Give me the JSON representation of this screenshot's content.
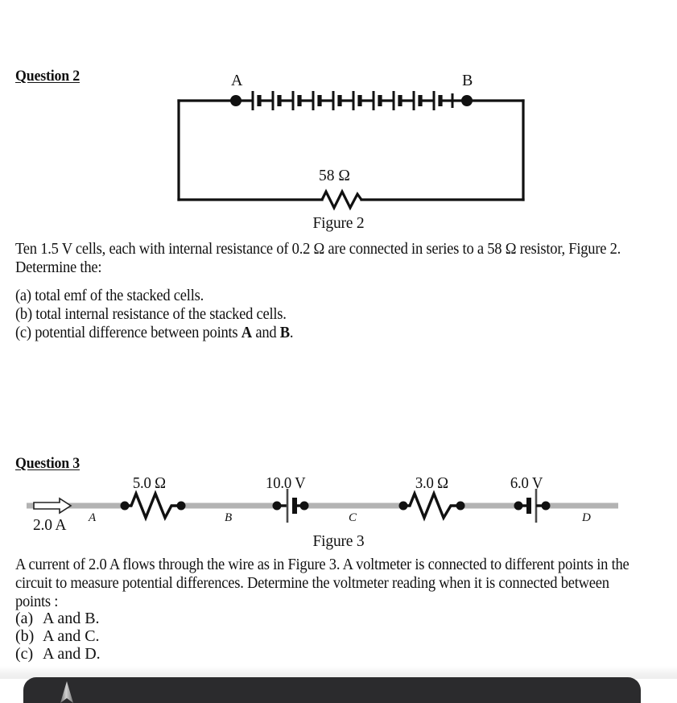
{
  "question2": {
    "heading": "Question 2",
    "figure_caption": "Figure 2",
    "body": "Ten 1.5 V cells, each with internal resistance of 0.2 Ω are connected in series to a 58 Ω resistor, Figure 2. Determine the:",
    "items": [
      {
        "label": "(a)",
        "text": "total emf of the stacked cells."
      },
      {
        "label": "(b)",
        "text": "total internal resistance of the stacked cells."
      },
      {
        "label": "(c)",
        "text": "potential difference between points",
        "bold_a": "A",
        "mid": "and",
        "bold_b": "B",
        "end": "."
      }
    ],
    "figure": {
      "node_a_label": "A",
      "node_b_label": "B",
      "resistor_label": "58 Ω",
      "cell_count": 10,
      "wire_color": "#111111"
    }
  },
  "question3": {
    "heading": "Question 3",
    "figure_caption": "Figure 3",
    "body": "A current of 2.0 A flows through the wire as in Figure 3. A voltmeter is connected to different points in the circuit to measure potential differences. Determine the voltmeter reading when it is connected between points :",
    "items": [
      {
        "label": "(a)",
        "text": "A and B."
      },
      {
        "label": "(b)",
        "text": "A and C."
      },
      {
        "label": "(c)",
        "text": "A and D."
      }
    ],
    "figure": {
      "current_label": "2.0 A",
      "wire_color": "#b3b3b3",
      "components": [
        {
          "type": "resistor",
          "value": "5.0 Ω"
        },
        {
          "type": "cell",
          "value": "10.0 V"
        },
        {
          "type": "resistor",
          "value": "3.0 Ω"
        },
        {
          "type": "cell",
          "value": "6.0 V"
        }
      ],
      "nodes": [
        {
          "label": "A"
        },
        {
          "label": "B"
        },
        {
          "label": "C"
        },
        {
          "label": "D"
        }
      ]
    }
  },
  "bottom_bar": {
    "background_color": "#2b2b2d",
    "cursor_color": "#9a9a9a"
  }
}
